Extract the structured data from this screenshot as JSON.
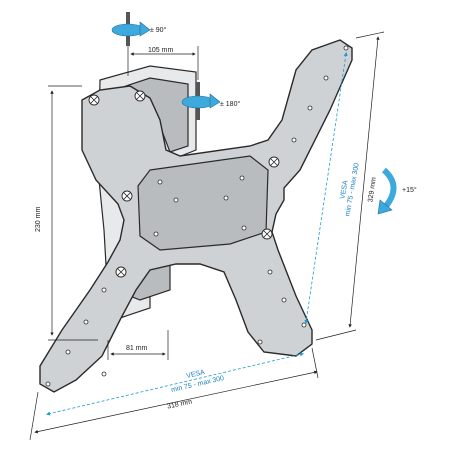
{
  "labels": {
    "rot_top": "± 90°",
    "rot_mid": "± 180°",
    "tilt": "+15°",
    "dim_105": "105 mm",
    "dim_230": "230 mm",
    "dim_81": "81 mm",
    "dim_318": "318 mm",
    "dim_329": "329 mm",
    "vesa_bottom_1": "VESA",
    "vesa_bottom_2": "min 75 - max 300",
    "vesa_right_1": "VESA",
    "vesa_right_2": "min 75 - max 300"
  },
  "colors": {
    "accent": "#1a9ad6",
    "plate": "#cfd2d4",
    "outline": "#2a2a2a"
  }
}
